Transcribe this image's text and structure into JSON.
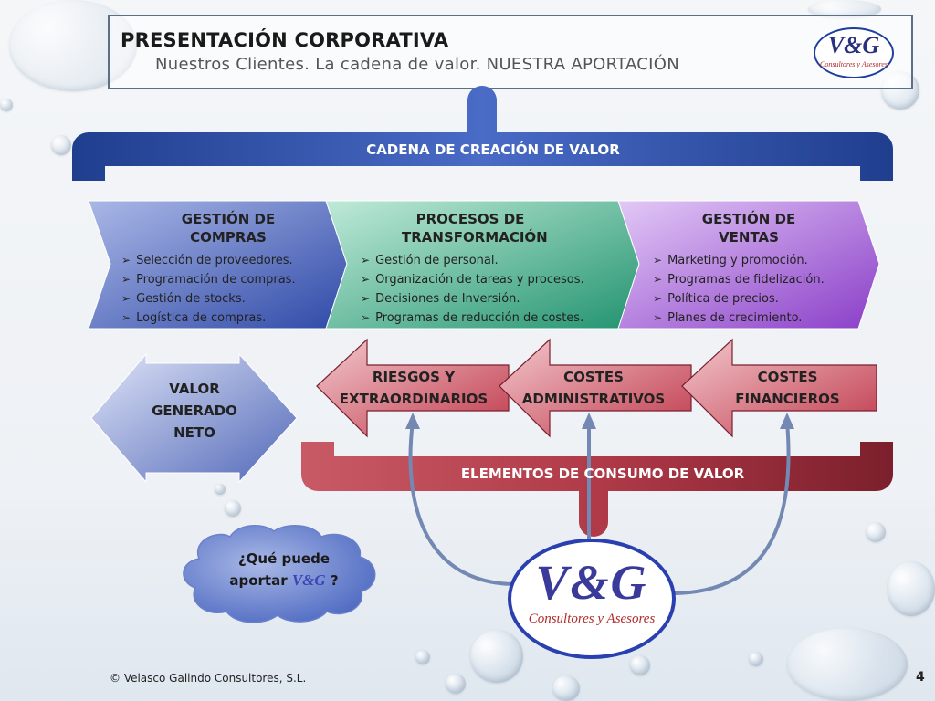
{
  "header": {
    "title": "PRESENTACIÓN CORPORATIVA",
    "subtitle": "Nuestros Clientes. La cadena de valor. NUESTRA APORTACIÓN",
    "logo_main": "V&G",
    "logo_sub": "Consultores y Asesores"
  },
  "top_bar": {
    "label": "CADENA DE CREACIÓN DE VALOR",
    "color": "#2b4a9a"
  },
  "chevrons": [
    {
      "title": "GESTIÓN DE COMPRAS",
      "color": "#4a63b5",
      "items": [
        "Selección de proveedores.",
        "Programación de compras.",
        "Gestión de stocks.",
        "Logística de compras."
      ]
    },
    {
      "title": "PROCESOS DE TRANSFORMACIÓN",
      "color": "#3aa783",
      "items": [
        "Gestión de personal.",
        "Organización de tareas y procesos.",
        "Decisiones de Inversión.",
        "Programas de reducción de costes."
      ]
    },
    {
      "title": "GESTIÓN DE VENTAS",
      "color": "#9a4fd0",
      "items": [
        "Marketing y promoción.",
        "Programas de fidelización.",
        "Política de precios.",
        "Planes de crecimiento."
      ]
    }
  ],
  "valor": {
    "label": "VALOR GENERADO NETO"
  },
  "consumo": [
    {
      "label": "RIESGOS Y EXTRAORDINARIOS"
    },
    {
      "label": "COSTES ADMINISTRATIVOS"
    },
    {
      "label": "COSTES FINANCIEROS"
    }
  ],
  "bottom_bar": {
    "label": "ELEMENTOS DE CONSUMO DE VALOR",
    "color": "#b03a48"
  },
  "cloud": {
    "line1": "¿Qué puede",
    "line2_pre": "aportar ",
    "brand": "V&G",
    "line2_post": " ?"
  },
  "logo_big": {
    "main": "V&G",
    "sub": "Consultores y Asesores"
  },
  "footer": {
    "copyright": "© Velasco Galindo Consultores, S.L.",
    "page": "4"
  }
}
